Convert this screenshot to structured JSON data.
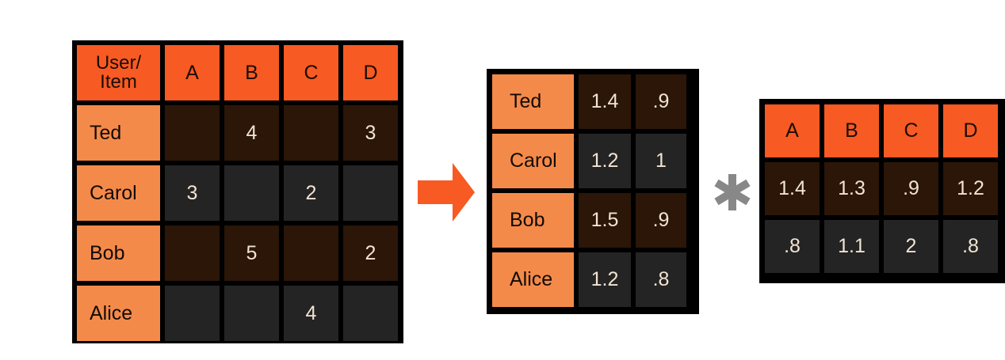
{
  "colors": {
    "header": "#f75a22",
    "row_label": "#f48a4a",
    "cell_brown": "#2b1608",
    "cell_dark": "#242424",
    "grid_border": "#000000",
    "arrow": "#f75a22",
    "asterisk": "#888888"
  },
  "icons": {
    "arrow": "right-arrow-icon",
    "multiply": "asterisk-icon"
  },
  "ratings": {
    "corner": [
      "User/",
      "Item"
    ],
    "columns": [
      "A",
      "B",
      "C",
      "D"
    ],
    "rows": [
      {
        "label": "Ted",
        "cells": [
          "",
          "4",
          "",
          "3"
        ]
      },
      {
        "label": "Carol",
        "cells": [
          "3",
          "",
          "2",
          ""
        ]
      },
      {
        "label": "Bob",
        "cells": [
          "",
          "5",
          "",
          "2"
        ]
      },
      {
        "label": "Alice",
        "cells": [
          "",
          "",
          "4",
          ""
        ]
      }
    ]
  },
  "user_factors": {
    "rows": [
      {
        "label": "Ted",
        "cells": [
          "1.4",
          ".9"
        ]
      },
      {
        "label": "Carol",
        "cells": [
          "1.2",
          "1"
        ]
      },
      {
        "label": "Bob",
        "cells": [
          "1.5",
          ".9"
        ]
      },
      {
        "label": "Alice",
        "cells": [
          "1.2",
          ".8"
        ]
      }
    ]
  },
  "item_factors": {
    "columns": [
      "A",
      "B",
      "C",
      "D"
    ],
    "rows": [
      [
        "1.4",
        "1.3",
        ".9",
        "1.2"
      ],
      [
        ".8",
        "1.1",
        "2",
        ".8"
      ]
    ]
  }
}
